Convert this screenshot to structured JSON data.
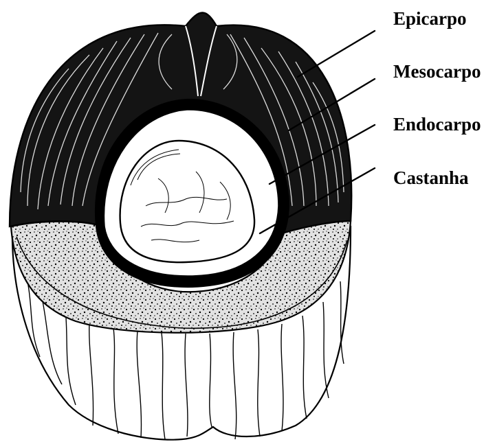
{
  "diagram": {
    "labels": {
      "epicarp": "Epicarpo",
      "mesocarp": "Mesocarpo",
      "endocarp": "Endocarpo",
      "nut": "Castanha"
    },
    "colors": {
      "ink": "#000000",
      "paper": "#ffffff",
      "speckle_fill": "#d8d8d8",
      "husk_dark": "#141414"
    }
  }
}
